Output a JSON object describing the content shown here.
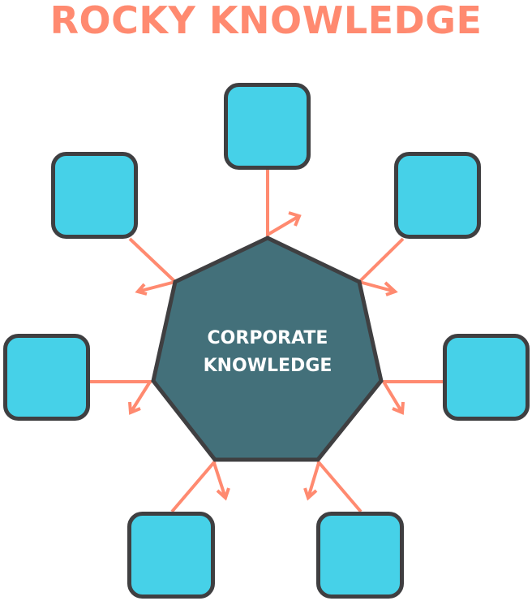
{
  "title": "ROCKY KNOWLEDGE",
  "center": {
    "line1": "CORPORATE",
    "line2": "KNOWLEDGE",
    "shape": "heptagon",
    "fill": "#43707a",
    "stroke": "#3f3f41"
  },
  "colors": {
    "title": "#ff8a70",
    "box_fill": "#46d1e8",
    "box_stroke": "#3f3f41",
    "arrow": "#ff8a70"
  },
  "nodes": [
    {
      "id": "top",
      "label": ""
    },
    {
      "id": "upper-left",
      "label": ""
    },
    {
      "id": "upper-right",
      "label": ""
    },
    {
      "id": "left",
      "label": ""
    },
    {
      "id": "right",
      "label": ""
    },
    {
      "id": "bottom-left",
      "label": ""
    },
    {
      "id": "bottom-right",
      "label": ""
    }
  ]
}
